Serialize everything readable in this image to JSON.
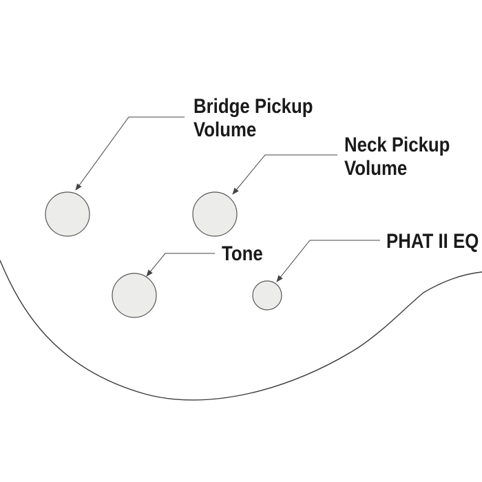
{
  "labels": {
    "bridge": {
      "line1": "Bridge Pickup",
      "line2": "Volume"
    },
    "neck": {
      "line1": "Neck Pickup",
      "line2": "Volume"
    },
    "tone": {
      "line1": "Tone"
    },
    "phat": {
      "line1": "PHAT II EQ"
    }
  },
  "colors": {
    "knob_fill": "#ececea",
    "knob_stroke": "#555555",
    "line": "#444444",
    "text": "#1a1a1a"
  }
}
